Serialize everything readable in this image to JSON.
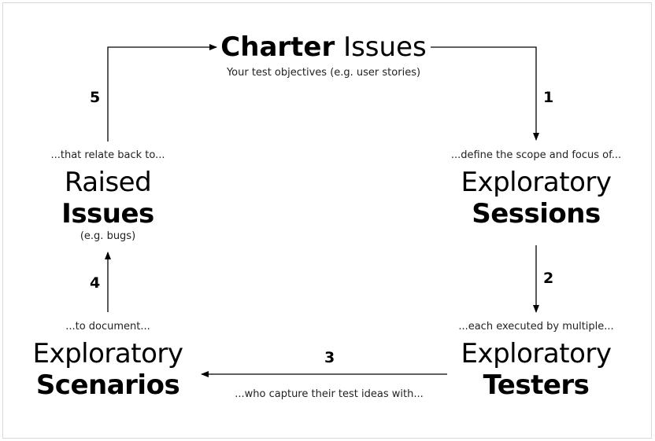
{
  "charter": {
    "bold": "Charter",
    "light": "Issues",
    "subtitle": "Your test objectives (e.g. user stories)"
  },
  "sessions": {
    "prefix": "...define the scope and focus of...",
    "light": "Exploratory",
    "bold": "Sessions"
  },
  "testers": {
    "prefix": "...each executed by multiple...",
    "light": "Exploratory",
    "bold": "Testers"
  },
  "scenarios": {
    "prefix": "...to document...",
    "light": "Exploratory",
    "bold": "Scenarios"
  },
  "issues": {
    "prefix": "...that relate back to...",
    "light": "Raised",
    "bold": "Issues",
    "note": "(e.g. bugs)"
  },
  "arrow3_caption": "...who capture their test ideas with...",
  "steps": [
    "1",
    "2",
    "3",
    "4",
    "5"
  ]
}
